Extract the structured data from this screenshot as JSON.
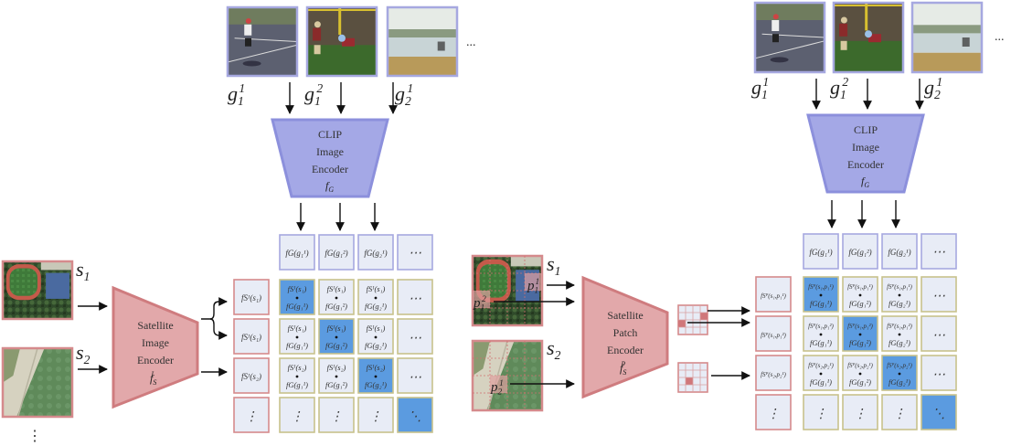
{
  "colors": {
    "clip_fill": "#a4a8e6",
    "clip_stroke": "#8c90dc",
    "sat_fill": "#e2a8aa",
    "sat_stroke": "#cf7c7f",
    "cell_bg": "#e8ecf6",
    "gallery_border": "#a6a8e0",
    "sat_border": "#d58a8c",
    "sim_border": "#c8c28c",
    "diag_fill": "#5b9be0",
    "arrow": "#111111"
  },
  "panels": [
    {
      "id": "image-level",
      "ground_images": [
        {
          "label_base": "g",
          "sub": "1",
          "sup": "1",
          "scene": "tennis"
        },
        {
          "label_base": "g",
          "sub": "1",
          "sup": "2",
          "scene": "football"
        },
        {
          "label_base": "g",
          "sub": "2",
          "sup": "1",
          "scene": "lake"
        }
      ],
      "ground_more": "...",
      "clip_encoder": {
        "line1": "CLIP",
        "line2": "Image",
        "line3": "Encoder",
        "symbol": "f",
        "symbol_sub": "G"
      },
      "sat_encoder": {
        "line1": "Satellite",
        "line2": "Image",
        "line3": "Encoder",
        "symbol": "f",
        "symbol_sub": "S",
        "symbol_sup": "I"
      },
      "sat_images": [
        {
          "label_base": "s",
          "sub": "1",
          "scene": "field"
        },
        {
          "label_base": "s",
          "sub": "2",
          "scene": "beach"
        }
      ],
      "sat_more": "⋮",
      "col_headers": [
        "fG(g₁¹)",
        "fG(g₁²)",
        "fG(g₂¹)",
        "⋯"
      ],
      "row_headers": [
        "fSᴵ(s₁)",
        "fSᴵ(s₁)",
        "fSᴵ(s₂)",
        "⋮"
      ],
      "matrix": [
        [
          {
            "top": "fSᴵ(s₁)",
            "bot": "fG(g₁¹)",
            "diag": true
          },
          {
            "top": "fSᴵ(s₁)",
            "bot": "fG(g₁²)",
            "diag": false
          },
          {
            "top": "fSᴵ(s₁)",
            "bot": "fG(g₂¹)",
            "diag": false
          },
          {
            "text": "⋯",
            "diag": false
          }
        ],
        [
          {
            "top": "fSᴵ(s₁)",
            "bot": "fG(g₁¹)",
            "diag": false
          },
          {
            "top": "fSᴵ(s₁)",
            "bot": "fG(g₁²)",
            "diag": true
          },
          {
            "top": "fSᴵ(s₁)",
            "bot": "fG(g₂¹)",
            "diag": false
          },
          {
            "text": "⋯",
            "diag": false
          }
        ],
        [
          {
            "top": "fSᴵ(s₂)",
            "bot": "fG(g₁¹)",
            "diag": false
          },
          {
            "top": "fSᴵ(s₂)",
            "bot": "fG(g₁²)",
            "diag": false
          },
          {
            "top": "fSᴵ(s₂)",
            "bot": "fG(g₂¹)",
            "diag": true
          },
          {
            "text": "⋯",
            "diag": false
          }
        ],
        [
          {
            "text": "⋮",
            "diag": false
          },
          {
            "text": "⋮",
            "diag": false
          },
          {
            "text": "⋮",
            "diag": false
          },
          {
            "text": "⋱",
            "diag": true
          }
        ]
      ]
    },
    {
      "id": "patch-level",
      "ground_images": [
        {
          "label_base": "g",
          "sub": "1",
          "sup": "1",
          "scene": "tennis"
        },
        {
          "label_base": "g",
          "sub": "1",
          "sup": "2",
          "scene": "football"
        },
        {
          "label_base": "g",
          "sub": "2",
          "sup": "1",
          "scene": "lake"
        }
      ],
      "ground_more": "...",
      "clip_encoder": {
        "line1": "CLIP",
        "line2": "Image",
        "line3": "Encoder",
        "symbol": "f",
        "symbol_sub": "G"
      },
      "sat_encoder": {
        "line1": "Satellite",
        "line2": "Patch",
        "line3": "Encoder",
        "symbol": "f",
        "symbol_sub": "S",
        "symbol_sup": "P"
      },
      "sat_images": [
        {
          "label_base": "s",
          "sub": "1",
          "scene": "field"
        },
        {
          "label_base": "s",
          "sub": "2",
          "scene": "beach"
        }
      ],
      "patch_labels": [
        {
          "base": "p",
          "sub": "1",
          "sup": "1"
        },
        {
          "base": "p",
          "sub": "1",
          "sup": "2"
        },
        {
          "base": "p",
          "sub": "2",
          "sup": "1"
        }
      ],
      "col_headers": [
        "fG(g₁¹)",
        "fG(g₁²)",
        "fG(g₂¹)",
        "⋯"
      ],
      "row_headers": [
        "fSᴾ(s₁,p₁¹)",
        "fSᴾ(s₁,p₁²)",
        "fSᴾ(s₂,p₂¹)",
        "⋮"
      ],
      "matrix": [
        [
          {
            "top": "fSᴾ(s₁,p₁¹)",
            "bot": "fG(g₁¹)",
            "diag": true
          },
          {
            "top": "fSᴾ(s₁,p₁¹)",
            "bot": "fG(g₁²)",
            "diag": false
          },
          {
            "top": "fSᴾ(s₁,p₁¹)",
            "bot": "fG(g₂¹)",
            "diag": false
          },
          {
            "text": "⋯",
            "diag": false
          }
        ],
        [
          {
            "top": "fSᴾ(s₁,p₁²)",
            "bot": "fG(g₁¹)",
            "diag": false
          },
          {
            "top": "fSᴾ(s₁,p₁²)",
            "bot": "fG(g₁²)",
            "diag": true
          },
          {
            "top": "fSᴾ(s₁,p₁²)",
            "bot": "fG(g₂¹)",
            "diag": false
          },
          {
            "text": "⋯",
            "diag": false
          }
        ],
        [
          {
            "top": "fSᴾ(s₂,p₂¹)",
            "bot": "fG(g₁¹)",
            "diag": false
          },
          {
            "top": "fSᴾ(s₂,p₂¹)",
            "bot": "fG(g₁²)",
            "diag": false
          },
          {
            "top": "fSᴾ(s₂,p₂¹)",
            "bot": "fG(g₂¹)",
            "diag": true
          },
          {
            "text": "⋯",
            "diag": false
          }
        ],
        [
          {
            "text": "⋮",
            "diag": false
          },
          {
            "text": "⋮",
            "diag": false
          },
          {
            "text": "⋮",
            "diag": false
          },
          {
            "text": "⋱",
            "diag": true
          }
        ]
      ]
    }
  ]
}
